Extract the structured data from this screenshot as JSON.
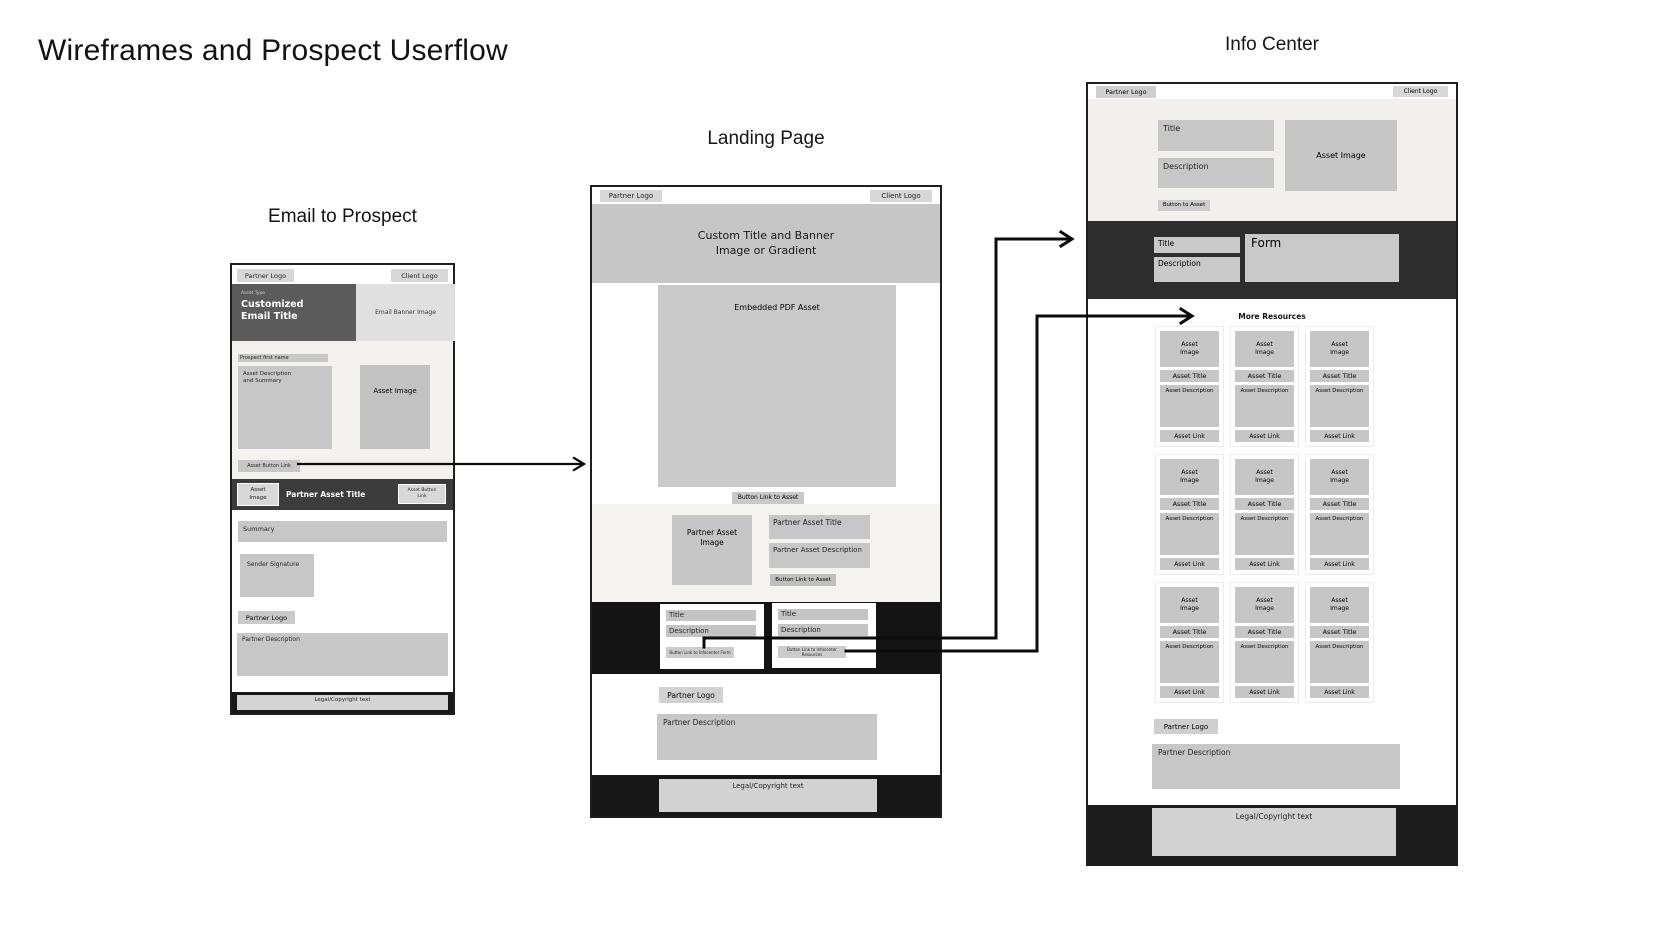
{
  "page": {
    "title": "Wireframes and Prospect Userflow"
  },
  "colors": {
    "panel_border": "#1f1f1f",
    "placeholder_gray": "#c7c7c7",
    "badge_gray": "#d7d7d7",
    "light_section_bg": "#f3f2ef",
    "hero_dark_gray": "#5b5b5b",
    "partner_band_gray": "#3c3c3c",
    "section_black": "#151515",
    "form_section_dark": "#2d2d2d"
  },
  "email": {
    "heading": "Email to Prospect",
    "header": {
      "partner_logo": "Partner Logo",
      "client_logo": "Client Logo"
    },
    "hero": {
      "asset_type": "Asset Type",
      "title_line1": "Customized",
      "title_line2": "Email Title",
      "banner_image": "Email Banner Image"
    },
    "body": {
      "prospect_first_name": "Prospect first name",
      "asset_description_line1": "Asset Description",
      "asset_description_line2": "and Summary",
      "asset_image": "Asset Image",
      "asset_button_link": "Asset Button Link"
    },
    "partner_asset_band": {
      "image_line1": "Asset",
      "image_line2": "Image",
      "title": "Partner Asset Title",
      "button_line1": "Asset Button",
      "button_line2": "Link"
    },
    "lower": {
      "summary": "Summary",
      "sender_signature": "Sender Signature",
      "partner_logo": "Partner Logo",
      "partner_description": "Partner Description"
    },
    "footer": {
      "legal": "Legal/Copyright text"
    }
  },
  "landing": {
    "heading": "Landing Page",
    "header": {
      "partner_logo": "Partner Logo",
      "client_logo": "Client Logo"
    },
    "banner": {
      "line1": "Custom Title and Banner",
      "line2": "Image or Gradient"
    },
    "pdf": {
      "label": "Embedded PDF Asset",
      "button": "Button Link to Asset"
    },
    "partner_asset": {
      "image_line1": "Partner Asset",
      "image_line2": "Image",
      "title": "Partner Asset Title",
      "description": "Partner Asset Description",
      "button": "Button Link to Asset"
    },
    "cards": [
      {
        "title": "Title",
        "description": "Description",
        "button": "Button Link to Infocenter Form"
      },
      {
        "title": "Title",
        "description": "Description",
        "button": "Button Link to Infocenter Resources"
      }
    ],
    "lower": {
      "partner_logo": "Partner Logo",
      "partner_description": "Partner Description"
    },
    "footer": {
      "legal": "Legal/Copyright text"
    }
  },
  "info": {
    "heading": "Info Center",
    "header": {
      "partner_logo": "Partner Logo",
      "client_logo": "Client Logo"
    },
    "hero": {
      "title": "Title",
      "description": "Description",
      "button": "Button to Asset",
      "asset_image": "Asset Image"
    },
    "form_section": {
      "title": "Title",
      "description": "Description",
      "form_label": "Form"
    },
    "resources": {
      "heading": "More Resources",
      "count": 9,
      "card": {
        "image_line1": "Asset",
        "image_line2": "Image",
        "title": "Asset Title",
        "description": "Asset Description",
        "link": "Asset Link"
      }
    },
    "lower": {
      "partner_logo": "Partner Logo",
      "partner_description": "Partner Description"
    },
    "footer": {
      "legal": "Legal/Copyright text"
    }
  }
}
